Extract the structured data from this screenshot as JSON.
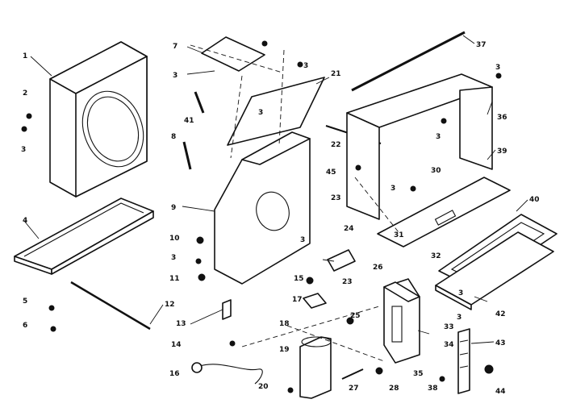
{
  "callouts": [
    {
      "id": "c1",
      "text": "1"
    },
    {
      "id": "c2",
      "text": "2"
    },
    {
      "id": "c3a",
      "text": "3"
    },
    {
      "id": "c4",
      "text": "4"
    },
    {
      "id": "c5",
      "text": "5"
    },
    {
      "id": "c6",
      "text": "6"
    },
    {
      "id": "c7",
      "text": "7"
    },
    {
      "id": "c3b",
      "text": "3"
    },
    {
      "id": "c41",
      "text": "41"
    },
    {
      "id": "c8",
      "text": "8"
    },
    {
      "id": "c9",
      "text": "9"
    },
    {
      "id": "c10",
      "text": "10"
    },
    {
      "id": "c3c",
      "text": "3"
    },
    {
      "id": "c11",
      "text": "11"
    },
    {
      "id": "c12",
      "text": "12"
    },
    {
      "id": "c13",
      "text": "13"
    },
    {
      "id": "c14",
      "text": "14"
    },
    {
      "id": "c15",
      "text": "15"
    },
    {
      "id": "c16",
      "text": "16"
    },
    {
      "id": "c17",
      "text": "17"
    },
    {
      "id": "c18",
      "text": "18"
    },
    {
      "id": "c19",
      "text": "19"
    },
    {
      "id": "c20",
      "text": "20"
    },
    {
      "id": "c21",
      "text": "21"
    },
    {
      "id": "c22",
      "text": "22"
    },
    {
      "id": "c23a",
      "text": "23"
    },
    {
      "id": "c23b",
      "text": "23"
    },
    {
      "id": "c24",
      "text": "24"
    },
    {
      "id": "c25",
      "text": "25"
    },
    {
      "id": "c26",
      "text": "26"
    },
    {
      "id": "c27",
      "text": "27"
    },
    {
      "id": "c28",
      "text": "28"
    },
    {
      "id": "c3d",
      "text": "3"
    },
    {
      "id": "c3e",
      "text": "3"
    },
    {
      "id": "c3f",
      "text": "3"
    },
    {
      "id": "c3g",
      "text": "3"
    },
    {
      "id": "c3h",
      "text": "3"
    },
    {
      "id": "c3i",
      "text": "3"
    },
    {
      "id": "c30",
      "text": "30"
    },
    {
      "id": "c31",
      "text": "31"
    },
    {
      "id": "c32",
      "text": "32"
    },
    {
      "id": "c33",
      "text": "33"
    },
    {
      "id": "c34",
      "text": "34"
    },
    {
      "id": "c35",
      "text": "35"
    },
    {
      "id": "c36",
      "text": "36"
    },
    {
      "id": "c37",
      "text": "37"
    },
    {
      "id": "c38",
      "text": "38"
    },
    {
      "id": "c39",
      "text": "39"
    },
    {
      "id": "c40",
      "text": "40"
    },
    {
      "id": "c42",
      "text": "42"
    },
    {
      "id": "c43",
      "text": "43"
    },
    {
      "id": "c44",
      "text": "44"
    },
    {
      "id": "c45",
      "text": "45"
    },
    {
      "id": "c3j",
      "text": "3"
    },
    {
      "id": "c3k",
      "text": "3"
    }
  ]
}
